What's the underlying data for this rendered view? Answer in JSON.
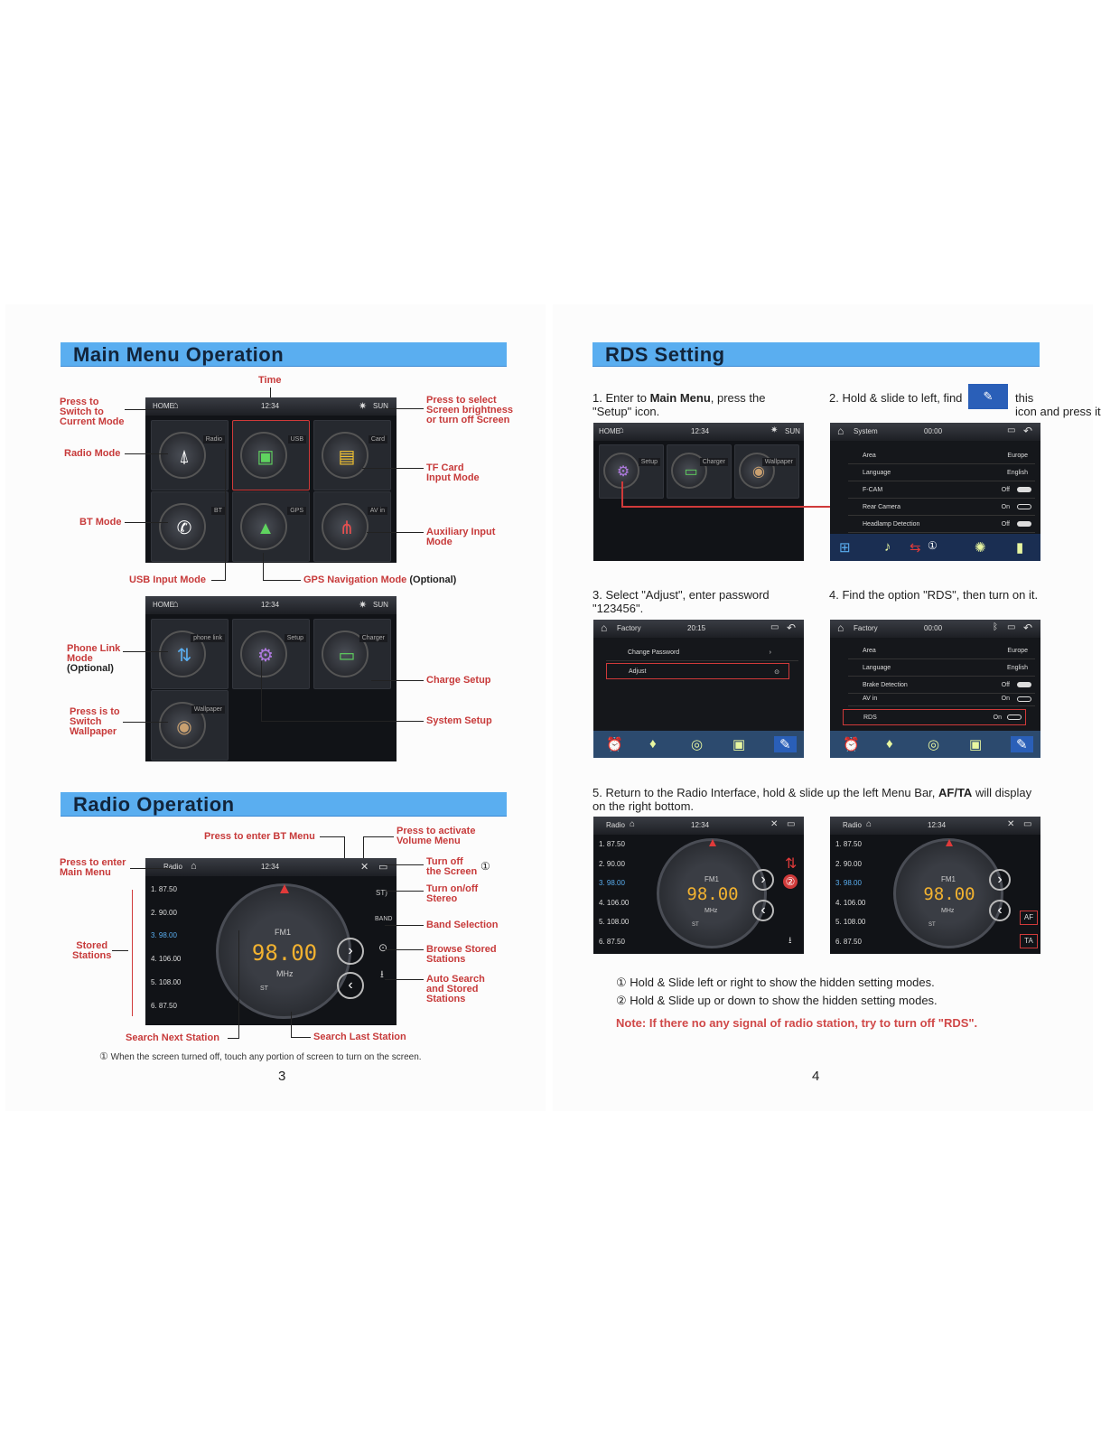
{
  "left_page": {
    "main_menu": {
      "title": "Main Menu Operation",
      "labels": {
        "time": "Time",
        "switch_mode": "Press to\nSwitch to\nCurrent Mode",
        "brightness": "Press to select\nScreen brightness\nor turn off Screen",
        "radio_mode": "Radio Mode",
        "tf_card": "TF Card\nInput Mode",
        "bt_mode": "BT Mode",
        "aux": "Auxiliary Input\nMode",
        "usb": "USB Input Mode",
        "gps": "GPS Navigation Mode",
        "gps_opt": "(Optional)",
        "phone_link": "Phone Link\nMode",
        "phone_opt": "(Optional)",
        "charge": "Charge Setup",
        "wallpaper": "Press is to\nSwitch\nWallpaper",
        "system": "System Setup"
      },
      "screen1": {
        "home": "HOME",
        "time": "12:34",
        "sun": "SUN",
        "tiles": [
          "Radio",
          "USB",
          "Card",
          "BT",
          "GPS",
          "AV in"
        ]
      },
      "screen2": {
        "home": "HOME",
        "time": "12:34",
        "sun": "SUN",
        "tiles": [
          "phone link",
          "Setup",
          "Charger",
          "Wallpaper"
        ]
      }
    },
    "radio": {
      "title": "Radio Operation",
      "labels": {
        "bt_menu": "Press to enter BT Menu",
        "volume": "Press to activate\nVolume Menu",
        "main_menu": "Press to enter\nMain Menu",
        "screen_off": "Turn off\nthe Screen",
        "stereo": "Turn on/off\nStereo",
        "stored": "Stored\nStations",
        "band": "Band Selection",
        "browse": "Browse Stored\nStations",
        "auto": "Auto Search\nand Stored\nStations",
        "next": "Search Next Station",
        "last": "Search Last Station"
      },
      "screen": {
        "title": "Radio",
        "time": "12:34",
        "band": "FM1",
        "freq": "98.00",
        "unit": "MHz",
        "st": "ST",
        "stations": [
          "1. 87.50",
          "2. 90.00",
          "3. 98.00",
          "4. 106.00",
          "5. 108.00",
          "6. 87.50"
        ]
      },
      "footnote": "When the screen turned off, touch any portion of screen to turn on the screen."
    },
    "page_num": "3"
  },
  "right_page": {
    "title": "RDS Setting",
    "step1": {
      "pre": "1. Enter to ",
      "bold": "Main Menu",
      "post": ", press the\n\"Setup\" icon."
    },
    "step2": {
      "pre": "2. Hold & slide to left, find",
      "post": "this\nicon and press it."
    },
    "step3": "3. Select \"Adjust\", enter password\n\"123456\".",
    "step4": "4. Find the option \"RDS\", then turn on it.",
    "step5": {
      "pre": "5. Return to the Radio Interface, hold & slide up the left Menu Bar, ",
      "bold": "AF/TA",
      "post": " will display\non the right bottom."
    },
    "s1": {
      "home": "HOME",
      "time": "12:34",
      "sun": "SUN",
      "tiles": [
        "Setup",
        "Charger",
        "Wallpaper"
      ]
    },
    "s2": {
      "head": "System",
      "time": "00:00",
      "rows": [
        [
          "Area",
          "Europe"
        ],
        [
          "Language",
          "English"
        ],
        [
          "F-CAM",
          "Off"
        ],
        [
          "Rear Camera",
          "On"
        ],
        [
          "Headlamp Detection",
          "Off"
        ]
      ]
    },
    "s3": {
      "head": "Factory",
      "time": "20:15",
      "rows": [
        "Change Password",
        "Adjust"
      ]
    },
    "s4": {
      "head": "Factory",
      "time": "00:00",
      "rows": [
        [
          "Area",
          "Europe"
        ],
        [
          "Language",
          "English"
        ],
        [
          "Brake Detection",
          "Off"
        ],
        [
          "AV in",
          "On"
        ],
        [
          "RDS",
          "On"
        ]
      ]
    },
    "radio": {
      "title": "Radio",
      "time": "12:34",
      "band": "FM1",
      "freq": "98.00",
      "unit": "MHz",
      "st": "ST",
      "stations": [
        "1. 87.50",
        "2. 90.00",
        "3. 98.00",
        "4. 106.00",
        "5. 108.00",
        "6. 87.50"
      ],
      "af": "AF",
      "ta": "TA"
    },
    "notes": [
      "Hold & Slide left or right to show the hidden setting modes.",
      "Hold & Slide up or down to show the hidden setting modes."
    ],
    "warning": "Note: If there no any signal of radio station, try to turn off \"RDS\".",
    "page_num": "4"
  },
  "colors": {
    "banner": "#5aaef0",
    "label_red": "#c73a3a",
    "screen_bg": "#111317",
    "lcd": "#f2b230"
  }
}
